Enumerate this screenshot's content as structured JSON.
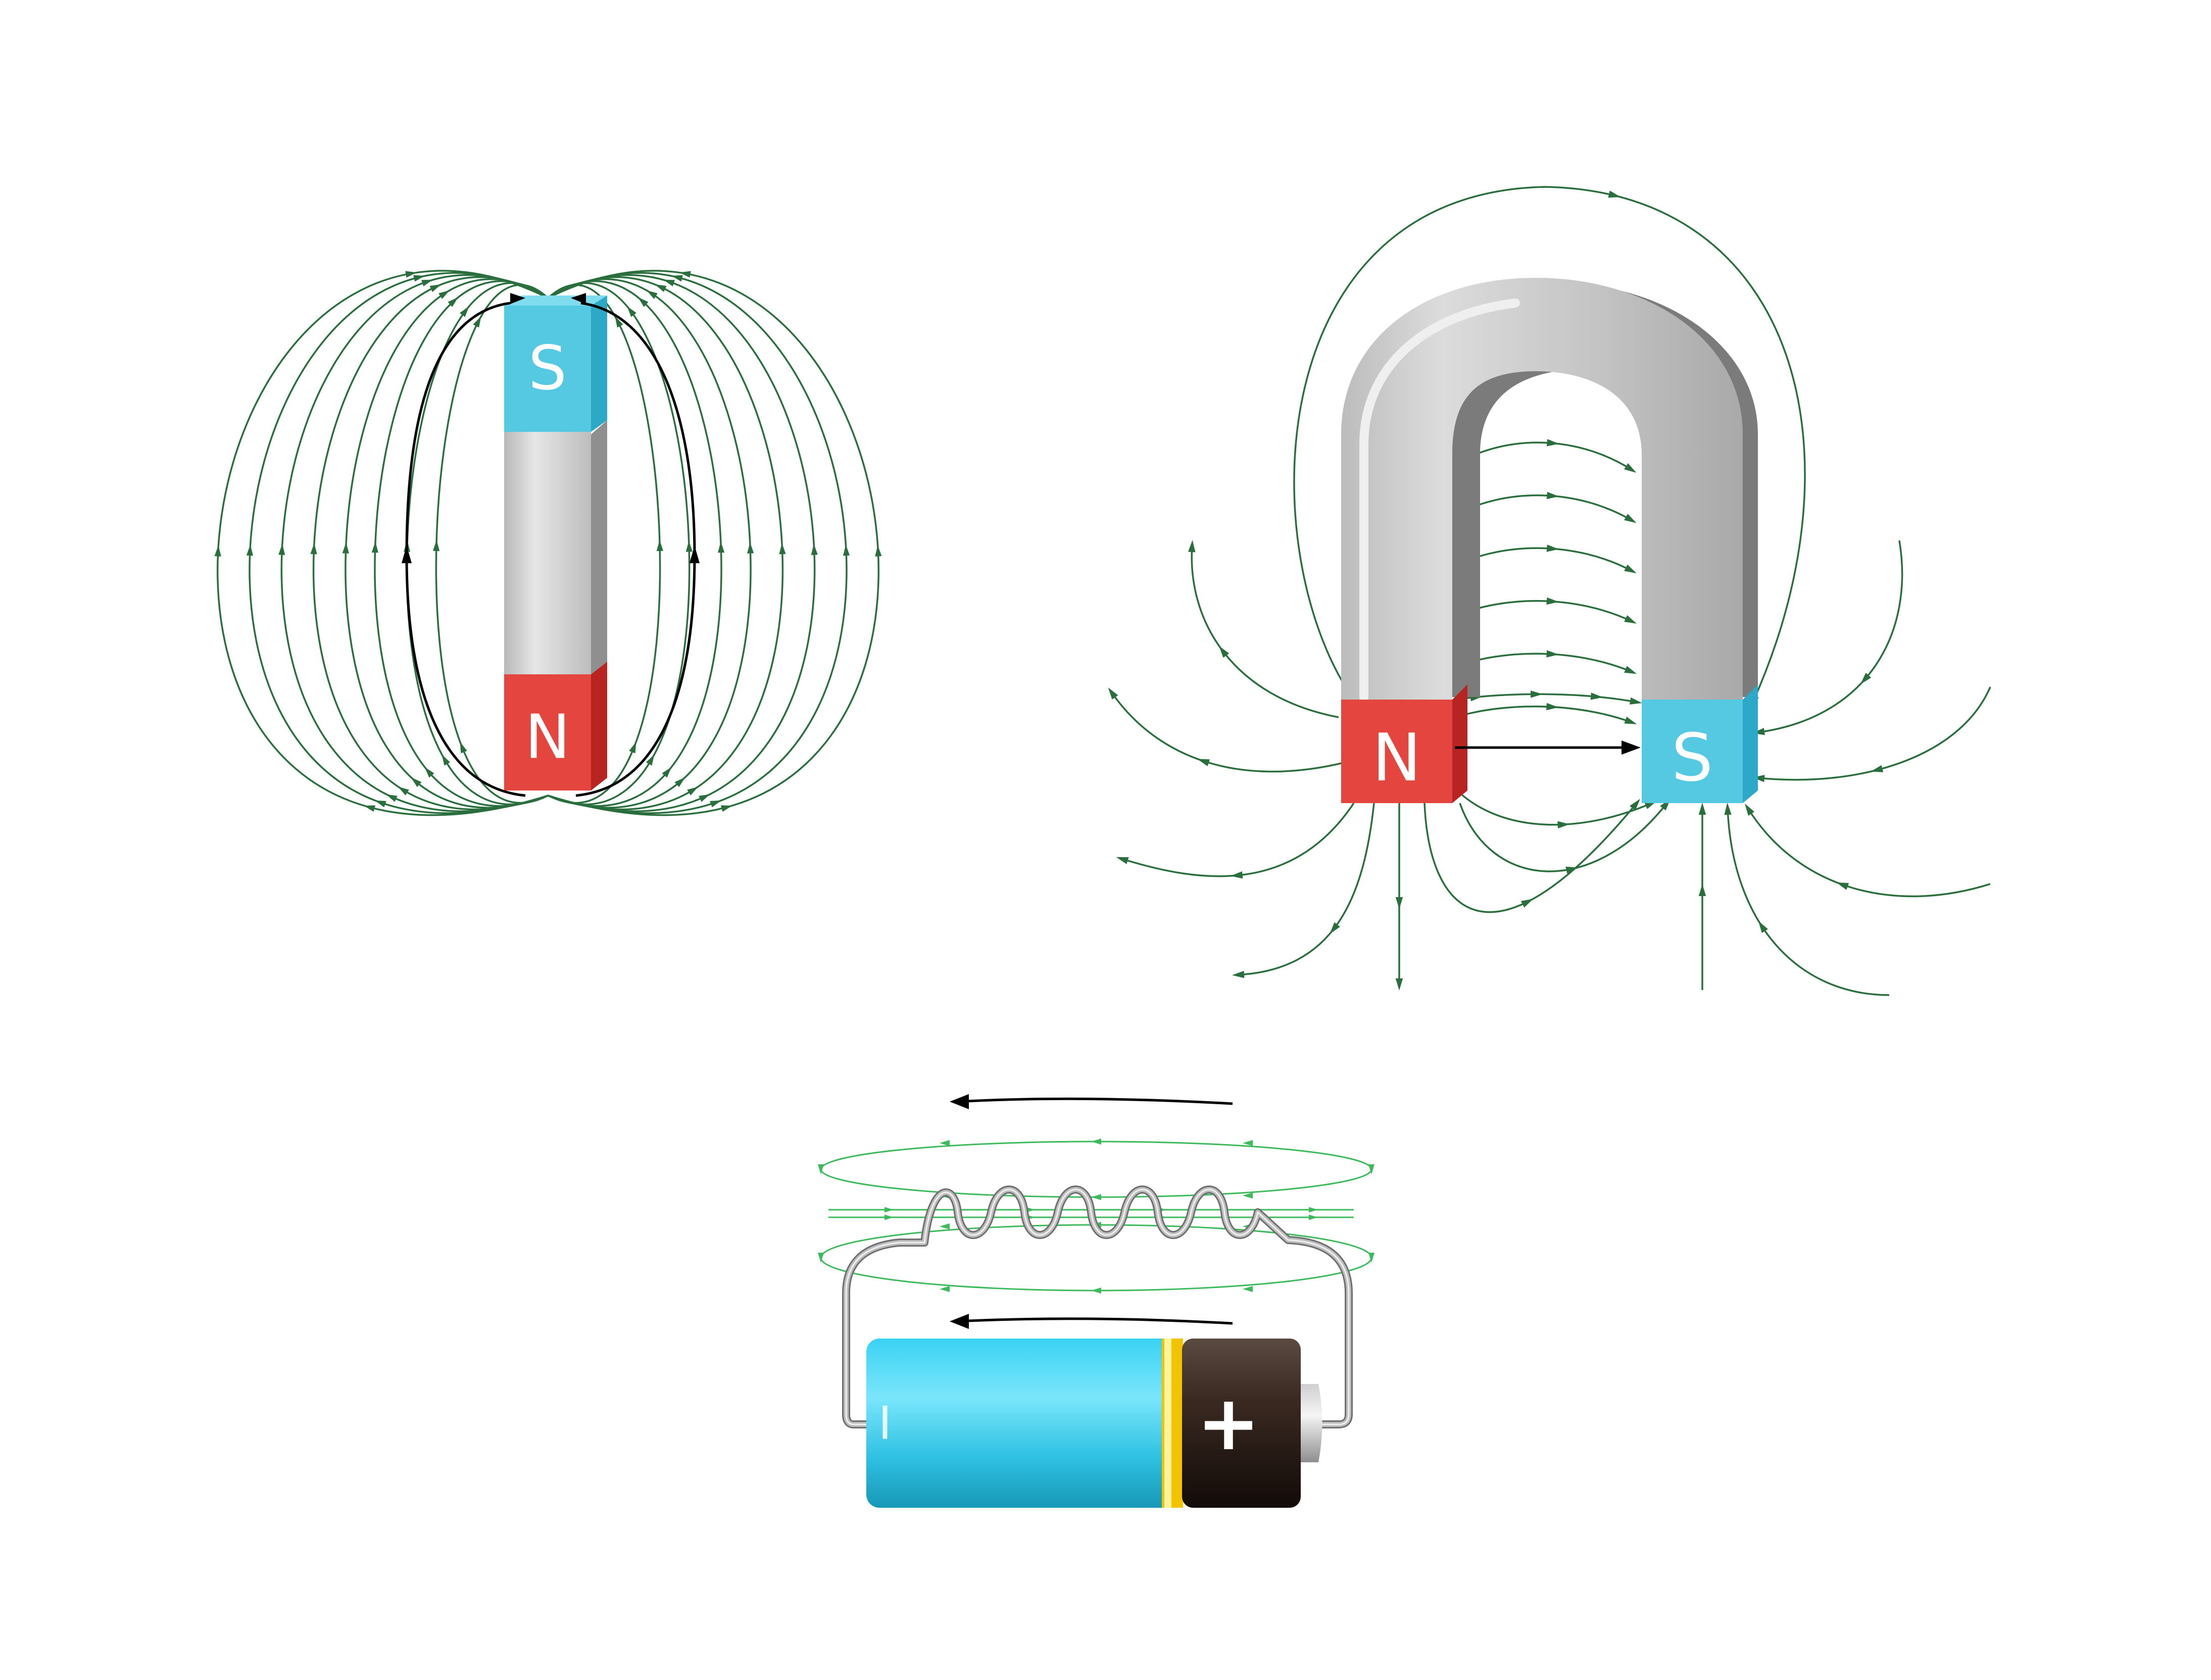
{
  "bar_magnet": {
    "top_pole": "S",
    "bottom_pole": "N"
  },
  "horseshoe_magnet": {
    "left_pole": "N",
    "right_pole": "S"
  },
  "battery": {
    "negative_label": "I",
    "positive_label": "+"
  },
  "colors": {
    "field_line": "#2a6e3e",
    "coil_field_line": "#3cba5c",
    "current_arrow": "#000000",
    "north_red": "#e5453f",
    "south_cyan": "#4fc3df",
    "steel_grey": "#c8c8c8",
    "battery_cyan": "#2ec3e6",
    "battery_black": "#2b1d17",
    "battery_gold": "#f2c400"
  }
}
